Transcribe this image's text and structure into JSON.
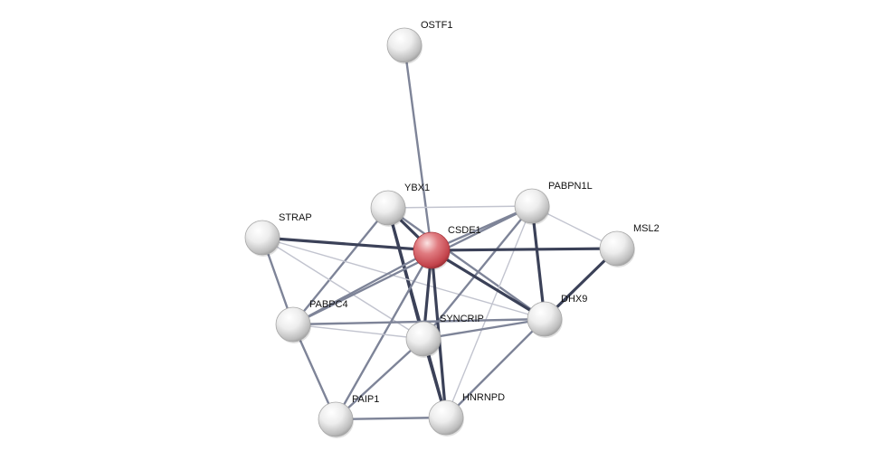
{
  "network": {
    "query_protein": "CSDE1",
    "nodes": [
      {
        "id": "OSTF1",
        "label": "OSTF1",
        "query": false
      },
      {
        "id": "YBX1",
        "label": "YBX1",
        "query": false
      },
      {
        "id": "PABPN1L",
        "label": "PABPN1L",
        "query": false
      },
      {
        "id": "STRAP",
        "label": "STRAP",
        "query": false
      },
      {
        "id": "CSDE1",
        "label": "CSDE1",
        "query": true
      },
      {
        "id": "MSL2",
        "label": "MSL2",
        "query": false
      },
      {
        "id": "PABPC4",
        "label": "PABPC4",
        "query": false
      },
      {
        "id": "SYNCRIP",
        "label": "SYNCRIP",
        "query": false
      },
      {
        "id": "DHX9",
        "label": "DHX9",
        "query": false
      },
      {
        "id": "PAIP1",
        "label": "PAIP1",
        "query": false
      },
      {
        "id": "HNRNPD",
        "label": "HNRNPD",
        "query": false
      }
    ],
    "edges": [
      {
        "source": "OSTF1",
        "target": "CSDE1",
        "strength": "medium"
      },
      {
        "source": "YBX1",
        "target": "CSDE1",
        "strength": "strong"
      },
      {
        "source": "YBX1",
        "target": "PABPN1L",
        "strength": "weak"
      },
      {
        "source": "YBX1",
        "target": "SYNCRIP",
        "strength": "strong"
      },
      {
        "source": "YBX1",
        "target": "HNRNPD",
        "strength": "strong"
      },
      {
        "source": "YBX1",
        "target": "PABPC4",
        "strength": "medium"
      },
      {
        "source": "YBX1",
        "target": "DHX9",
        "strength": "medium"
      },
      {
        "source": "STRAP",
        "target": "CSDE1",
        "strength": "strong"
      },
      {
        "source": "STRAP",
        "target": "PABPC4",
        "strength": "medium"
      },
      {
        "source": "STRAP",
        "target": "SYNCRIP",
        "strength": "weak"
      },
      {
        "source": "STRAP",
        "target": "DHX9",
        "strength": "weak"
      },
      {
        "source": "PABPN1L",
        "target": "CSDE1",
        "strength": "medium"
      },
      {
        "source": "PABPN1L",
        "target": "DHX9",
        "strength": "strong"
      },
      {
        "source": "PABPN1L",
        "target": "MSL2",
        "strength": "weak"
      },
      {
        "source": "PABPN1L",
        "target": "SYNCRIP",
        "strength": "medium"
      },
      {
        "source": "PABPN1L",
        "target": "HNRNPD",
        "strength": "weak"
      },
      {
        "source": "PABPN1L",
        "target": "PABPC4",
        "strength": "medium"
      },
      {
        "source": "CSDE1",
        "target": "MSL2",
        "strength": "strong"
      },
      {
        "source": "CSDE1",
        "target": "DHX9",
        "strength": "strong"
      },
      {
        "source": "CSDE1",
        "target": "SYNCRIP",
        "strength": "strong"
      },
      {
        "source": "CSDE1",
        "target": "HNRNPD",
        "strength": "strong"
      },
      {
        "source": "CSDE1",
        "target": "PABPC4",
        "strength": "medium"
      },
      {
        "source": "CSDE1",
        "target": "PAIP1",
        "strength": "medium"
      },
      {
        "source": "MSL2",
        "target": "DHX9",
        "strength": "strong"
      },
      {
        "source": "PABPC4",
        "target": "SYNCRIP",
        "strength": "weak"
      },
      {
        "source": "PABPC4",
        "target": "PAIP1",
        "strength": "medium"
      },
      {
        "source": "PABPC4",
        "target": "DHX9",
        "strength": "medium"
      },
      {
        "source": "SYNCRIP",
        "target": "DHX9",
        "strength": "medium"
      },
      {
        "source": "SYNCRIP",
        "target": "HNRNPD",
        "strength": "strong"
      },
      {
        "source": "SYNCRIP",
        "target": "PAIP1",
        "strength": "medium"
      },
      {
        "source": "DHX9",
        "target": "HNRNPD",
        "strength": "medium"
      },
      {
        "source": "PAIP1",
        "target": "HNRNPD",
        "strength": "medium"
      }
    ],
    "colors": {
      "query_node": "#d9585f",
      "node": "#e4e4e4",
      "edge_strong": "#3b4158",
      "edge_medium": "#7e8498",
      "edge_weak": "#c2c4cf",
      "label": "#111111",
      "background": "#ffffff"
    }
  }
}
